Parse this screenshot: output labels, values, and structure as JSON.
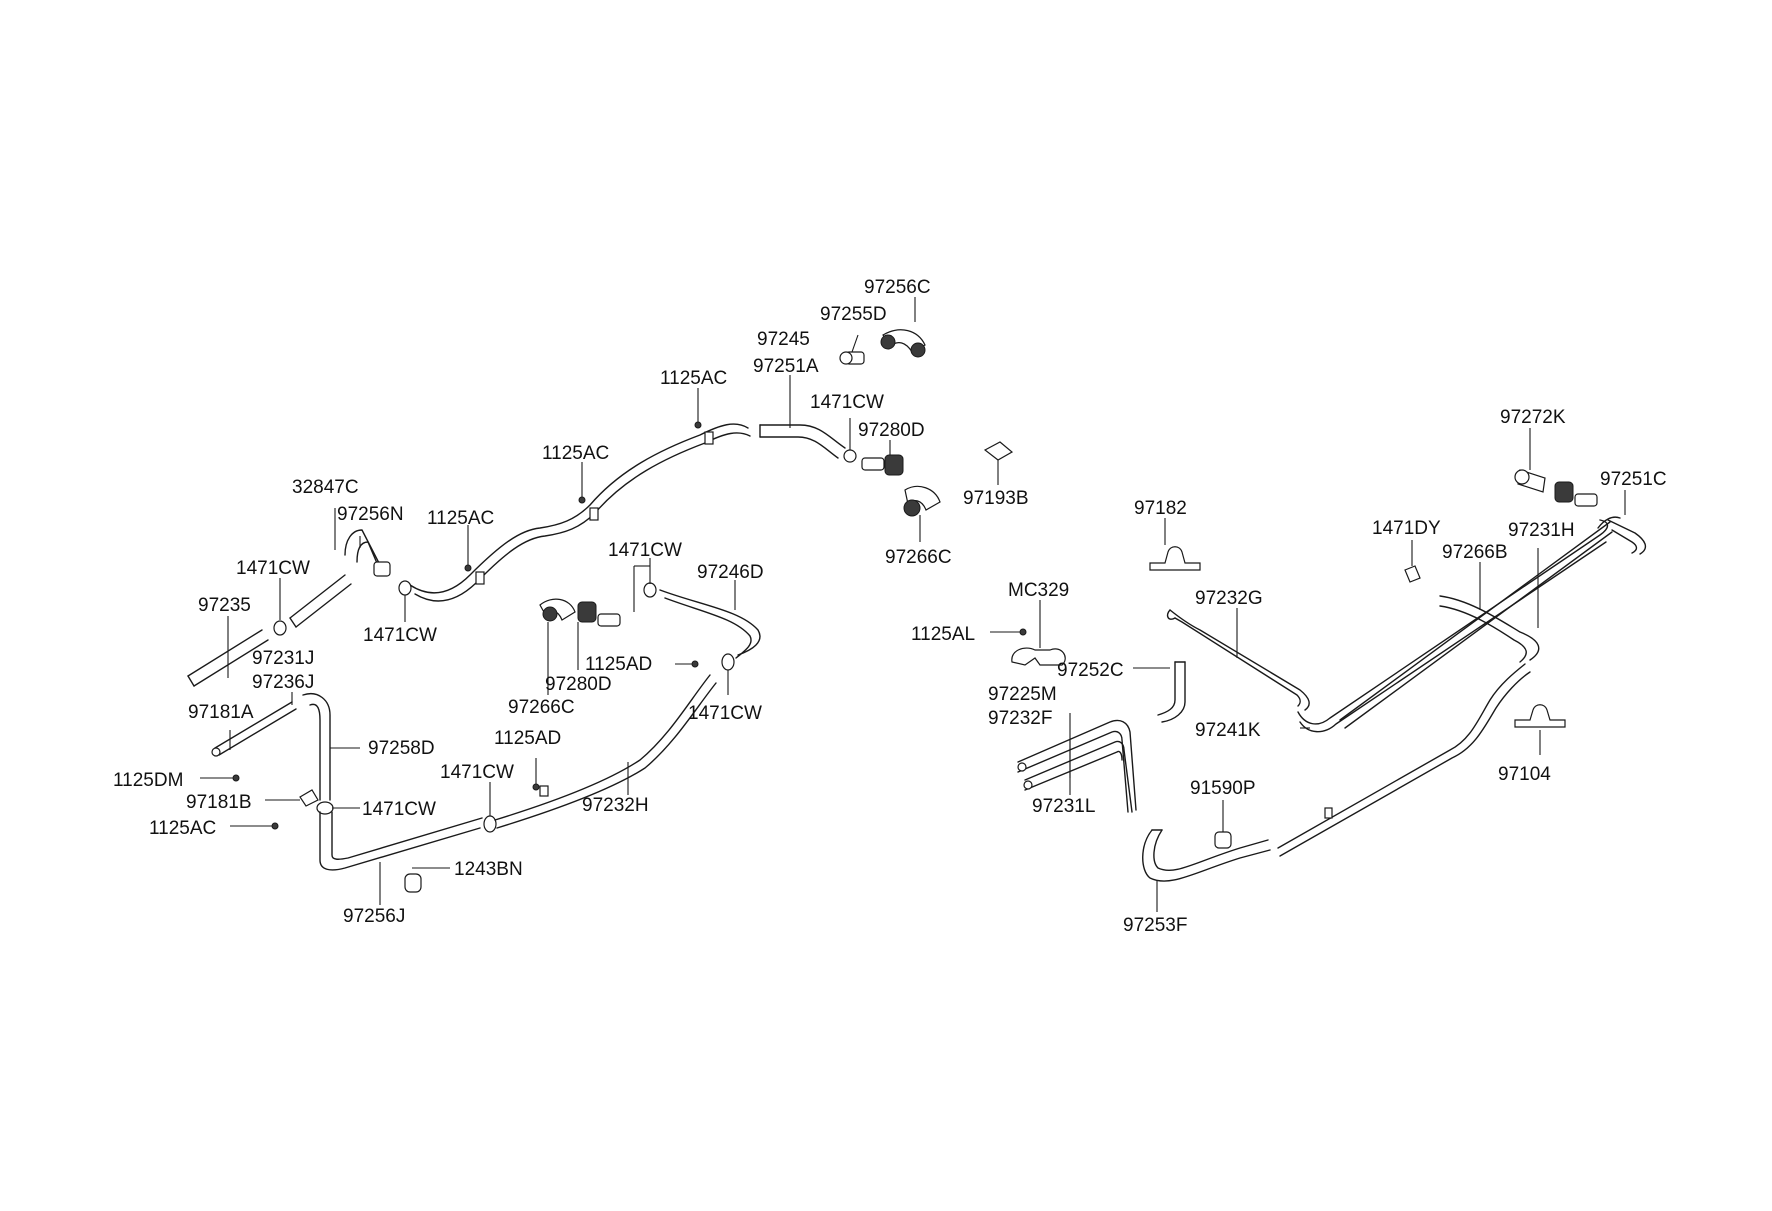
{
  "diagram": {
    "line_color": "#1a1a1a",
    "background": "#ffffff",
    "callouts": [
      {
        "id": "c-97256C-top",
        "text": "97256C"
      },
      {
        "id": "c-97255D",
        "text": "97255D"
      },
      {
        "id": "c-97245",
        "text": "97245"
      },
      {
        "id": "c-97251A",
        "text": "97251A"
      },
      {
        "id": "c-1125AC-a",
        "text": "1125AC"
      },
      {
        "id": "c-1471CW-a",
        "text": "1471CW"
      },
      {
        "id": "c-97280D-a",
        "text": "97280D"
      },
      {
        "id": "c-97193B",
        "text": "97193B"
      },
      {
        "id": "c-97266C-a",
        "text": "97266C"
      },
      {
        "id": "c-1125AC-b",
        "text": "1125AC"
      },
      {
        "id": "c-32847C",
        "text": "32847C"
      },
      {
        "id": "c-97256N",
        "text": "97256N"
      },
      {
        "id": "c-1125AC-c",
        "text": "1125AC"
      },
      {
        "id": "c-1471CW-b",
        "text": "1471CW"
      },
      {
        "id": "c-1471CW-c",
        "text": "1471CW"
      },
      {
        "id": "c-97235",
        "text": "97235"
      },
      {
        "id": "c-1471CW-d",
        "text": "1471CW"
      },
      {
        "id": "c-97246D",
        "text": "97246D"
      },
      {
        "id": "c-97231J",
        "text": "97231J"
      },
      {
        "id": "c-97236J",
        "text": "97236J"
      },
      {
        "id": "c-1125AD-a",
        "text": "1125AD"
      },
      {
        "id": "c-97280D-b",
        "text": "97280D"
      },
      {
        "id": "c-97266C-b",
        "text": "97266C"
      },
      {
        "id": "c-1471CW-e",
        "text": "1471CW"
      },
      {
        "id": "c-97181A",
        "text": "97181A"
      },
      {
        "id": "c-97258D",
        "text": "97258D"
      },
      {
        "id": "c-1125AD-b",
        "text": "1125AD"
      },
      {
        "id": "c-1125DM",
        "text": "1125DM"
      },
      {
        "id": "c-1471CW-f",
        "text": "1471CW"
      },
      {
        "id": "c-97232H",
        "text": "97232H"
      },
      {
        "id": "c-97181B",
        "text": "97181B"
      },
      {
        "id": "c-1471CW-g",
        "text": "1471CW"
      },
      {
        "id": "c-1125AC-d",
        "text": "1125AC"
      },
      {
        "id": "c-1243BN",
        "text": "1243BN"
      },
      {
        "id": "c-97256J",
        "text": "97256J"
      },
      {
        "id": "c-97182",
        "text": "97182"
      },
      {
        "id": "c-MC329",
        "text": "MC329"
      },
      {
        "id": "c-1125AL",
        "text": "1125AL"
      },
      {
        "id": "c-97232G",
        "text": "97232G"
      },
      {
        "id": "c-97252C",
        "text": "97252C"
      },
      {
        "id": "c-97225M",
        "text": "97225M"
      },
      {
        "id": "c-97232F",
        "text": "97232F"
      },
      {
        "id": "c-97231L",
        "text": "97231L"
      },
      {
        "id": "c-97241K",
        "text": "97241K"
      },
      {
        "id": "c-91590P",
        "text": "91590P"
      },
      {
        "id": "c-97253F",
        "text": "97253F"
      },
      {
        "id": "c-97272K",
        "text": "97272K"
      },
      {
        "id": "c-97251C",
        "text": "97251C"
      },
      {
        "id": "c-1471DY",
        "text": "1471DY"
      },
      {
        "id": "c-97231H",
        "text": "97231H"
      },
      {
        "id": "c-97266B",
        "text": "97266B"
      },
      {
        "id": "c-97104",
        "text": "97104"
      }
    ]
  }
}
